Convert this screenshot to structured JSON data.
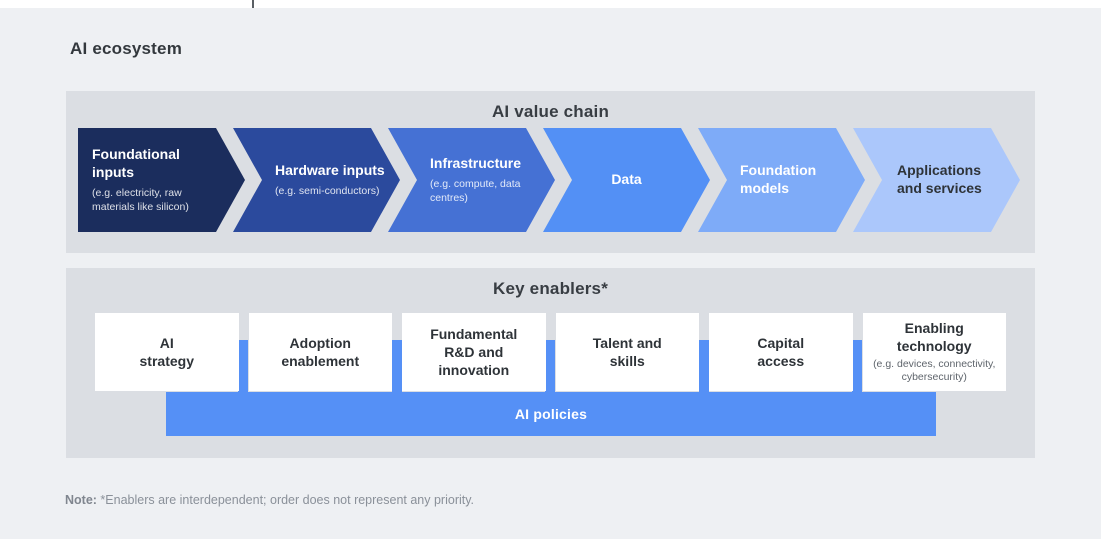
{
  "page": {
    "title": "AI ecosystem",
    "note_label": "Note:",
    "note_text": " *Enablers are interdependent; order does not represent any priority."
  },
  "colors": {
    "page_background": "#eef0f3",
    "panel_background": "#dbdee3",
    "policies_bar": "#5590f6",
    "card_background": "#ffffff"
  },
  "value_chain": {
    "title": "AI value chain",
    "stages": [
      {
        "label": "Foundational inputs",
        "sublabel": "(e.g. electricity, raw materials like silicon)",
        "color": "#1b2d5d",
        "text_color": "#ffffff"
      },
      {
        "label": "Hardware inputs",
        "sublabel": "(e.g. semi-conductors)",
        "color": "#2b4a9d",
        "text_color": "#ffffff"
      },
      {
        "label": "Infrastructure",
        "sublabel": "(e.g. compute, data centres)",
        "color": "#4571d4",
        "text_color": "#ffffff"
      },
      {
        "label": "Data",
        "sublabel": "",
        "color": "#5390f5",
        "text_color": "#ffffff"
      },
      {
        "label": "Foundation models",
        "sublabel": "",
        "color": "#7eabf8",
        "text_color": "#ffffff"
      },
      {
        "label": "Applications and services",
        "sublabel": "",
        "color": "#abc7fb",
        "text_color": "#2e3338"
      }
    ]
  },
  "key_enablers": {
    "title": "Key enablers*",
    "items": [
      {
        "label": "AI\nstrategy",
        "sublabel": ""
      },
      {
        "label": "Adoption\nenablement",
        "sublabel": ""
      },
      {
        "label": "Fundamental\nR&D and\ninnovation",
        "sublabel": ""
      },
      {
        "label": "Talent and\nskills",
        "sublabel": ""
      },
      {
        "label": "Capital\naccess",
        "sublabel": ""
      },
      {
        "label": "Enabling\ntechnology",
        "sublabel": "(e.g. devices, connectivity, cybersecurity)"
      }
    ],
    "policies_label": "AI policies"
  }
}
